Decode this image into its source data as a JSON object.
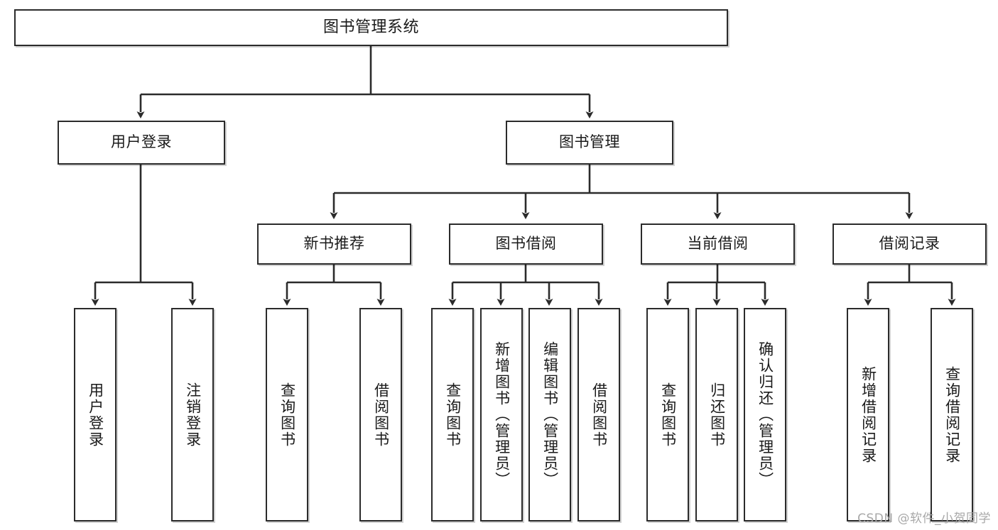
{
  "diagram": {
    "type": "tree",
    "title": "图书管理系统",
    "orientation": "top-down",
    "colors": {
      "box_border": "#2b2b2b",
      "box_fill": "#ffffff",
      "connector": "#2b2b2b",
      "text": "#1a1a1a",
      "watermark": "#a8a8a8"
    },
    "nodes": {
      "root": {
        "label": "图书管理系统",
        "level": 1
      },
      "lvl2": [
        {
          "label": "用户登录",
          "level": 2
        },
        {
          "label": "图书管理",
          "level": 2
        }
      ],
      "lvl3": [
        {
          "label": "新书推荐",
          "level": 3
        },
        {
          "label": "图书借阅",
          "level": 3
        },
        {
          "label": "当前借阅",
          "level": 3
        },
        {
          "label": "借阅记录",
          "level": 3
        }
      ],
      "leaves": [
        {
          "label": "用户登录",
          "parent": "用户登录",
          "level": 4
        },
        {
          "label": "注销登录",
          "parent": "用户登录",
          "level": 4
        },
        {
          "label": "查询图书",
          "parent": "新书推荐",
          "level": 4
        },
        {
          "label": "借阅图书",
          "parent": "新书推荐",
          "level": 4
        },
        {
          "label": "查询图书",
          "parent": "图书借阅",
          "level": 4
        },
        {
          "label": "新增图书（管理员）",
          "parent": "图书借阅",
          "level": 4
        },
        {
          "label": "编辑图书（管理员）",
          "parent": "图书借阅",
          "level": 4
        },
        {
          "label": "借阅图书",
          "parent": "图书借阅",
          "level": 4
        },
        {
          "label": "查询图书",
          "parent": "当前借阅",
          "level": 4
        },
        {
          "label": "归还图书",
          "parent": "当前借阅",
          "level": 4
        },
        {
          "label": "确认归还（管理员）",
          "parent": "当前借阅",
          "level": 4
        },
        {
          "label": "新增借阅记录",
          "parent": "借阅记录",
          "level": 4
        },
        {
          "label": "查询借阅记录",
          "parent": "借阅记录",
          "level": 4
        }
      ]
    }
  },
  "watermark": {
    "text": "CSDN @软件_小贺同学"
  }
}
